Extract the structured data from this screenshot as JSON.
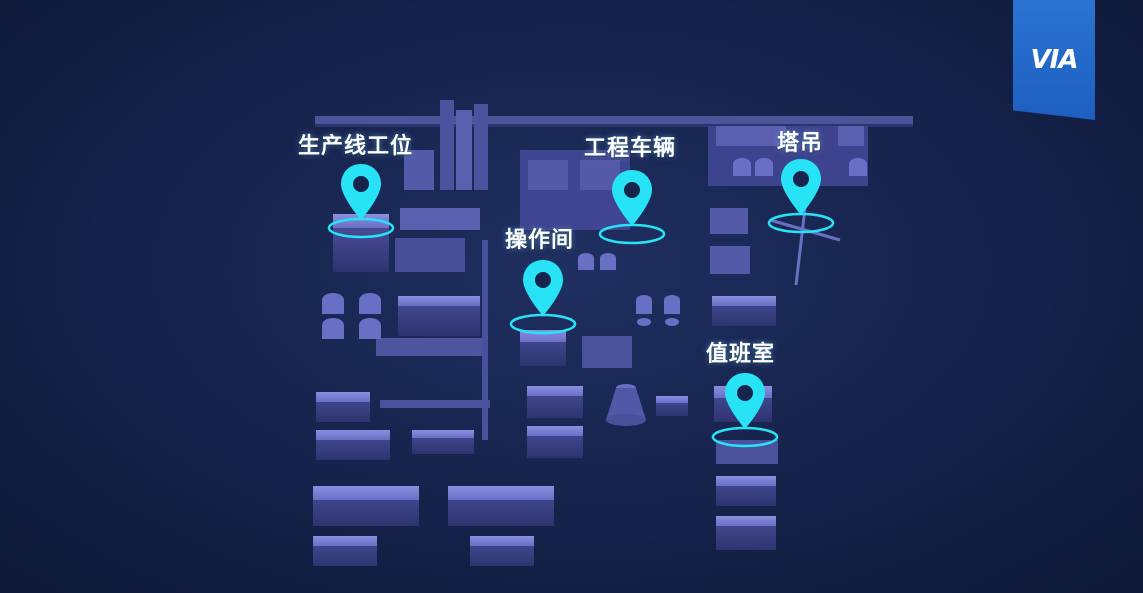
{
  "logo": {
    "text": "VIA"
  },
  "markers": [
    {
      "id": "production-line",
      "label": "生产线工位"
    },
    {
      "id": "engineering-vehicle",
      "label": "工程车辆"
    },
    {
      "id": "tower-crane",
      "label": "塔吊"
    },
    {
      "id": "operation-room",
      "label": "操作间"
    },
    {
      "id": "duty-room",
      "label": "值班室"
    }
  ],
  "colors": {
    "background": "#17244e",
    "building": "#5a5fb0",
    "building_top": "#7d82d6",
    "marker": "#27e3f5"
  }
}
